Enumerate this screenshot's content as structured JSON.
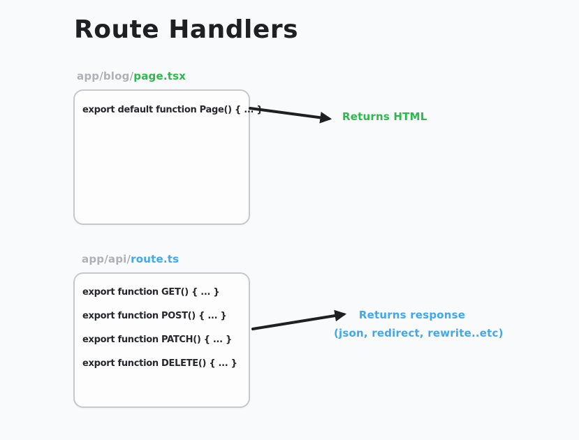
{
  "page": {
    "title": "Route Handlers",
    "background_color": "#f8fafb"
  },
  "colors": {
    "title_dark": "#1f2023",
    "path_gray": "#aeb1b5",
    "page_green": "#2db94b",
    "route_blue": "#41a8f0",
    "box_border": "#c6c8cc",
    "box_background": "#fdfdfe",
    "arrow_black": "#1f2023"
  },
  "page_block": {
    "path_prefix": "app/blog/",
    "file_name": "page.tsx",
    "code_lines": [
      "export default function Page() { ... }"
    ],
    "annotation": "Returns HTML"
  },
  "route_block": {
    "path_prefix": "app/api/",
    "file_name": "route.ts",
    "code_lines": [
      "export function GET() { ... }",
      "export function POST() { ... }",
      "export function PATCH() { ... }",
      "export function DELETE() { ... }"
    ],
    "annotation_line1": "Returns response",
    "annotation_line2": "(json, redirect, rewrite..etc)"
  }
}
